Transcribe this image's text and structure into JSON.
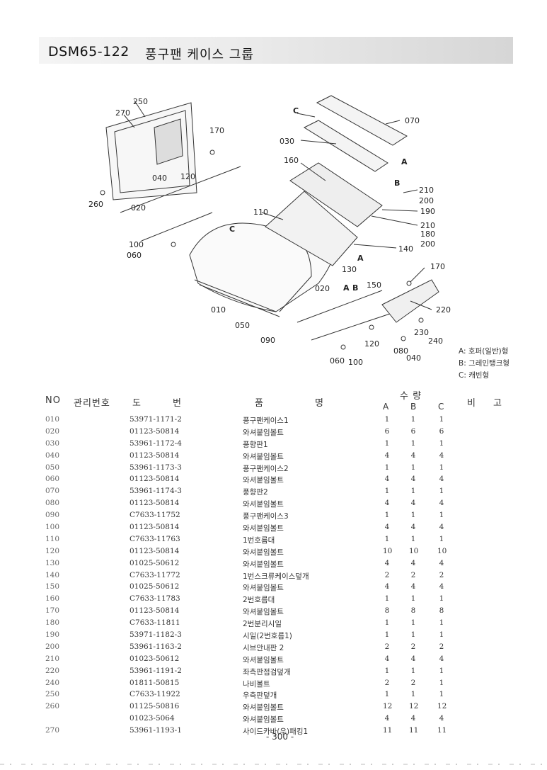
{
  "header": {
    "code": "DSM65-122",
    "title": "풍구팬 케이스 그룹"
  },
  "diagram_labels": {
    "l250": "250",
    "l270": "270",
    "l170a": "170",
    "lC1": "C",
    "l070": "070",
    "l030": "030",
    "l160": "160",
    "lA1": "A",
    "lB1": "B",
    "l210a": "210",
    "l200a": "200",
    "l190": "190",
    "l110": "110",
    "l040": "040",
    "l120a": "120",
    "l260": "260",
    "l020a": "020",
    "lC2": "C",
    "l210b": "210",
    "l180": "180",
    "l200b": "200",
    "l100a": "100",
    "l060a": "060",
    "l140": "140",
    "l130": "130",
    "lA2": "A",
    "l170b": "170",
    "lA3": "A",
    "lB2": "B",
    "l150": "150",
    "l020b": "020",
    "l010": "010",
    "l050": "050",
    "l220": "220",
    "l090": "090",
    "l230": "230",
    "l240": "240",
    "l120b": "120",
    "l080": "080",
    "l040b": "040",
    "l060b": "060",
    "l100b": "100"
  },
  "legend": {
    "a": "A: 호퍼(일반)형",
    "b": "B: 그레인탱크형",
    "c": "C: 캐빈형"
  },
  "table": {
    "headers": {
      "no": "NO",
      "mgmt": "관리번호",
      "drawing_1": "도",
      "drawing_2": "번",
      "name_1": "품",
      "name_2": "명",
      "qty": "수 량",
      "note_1": "비",
      "note_2": "고",
      "qa": "A",
      "qb": "B",
      "qc": "C"
    },
    "rows": [
      {
        "no": "010",
        "part": "53971-1171-2",
        "name": "풍구팬케이스1",
        "a": "1",
        "b": "1",
        "c": "1"
      },
      {
        "no": "020",
        "part": "01123-50814",
        "name": "와셔붙임볼트",
        "a": "6",
        "b": "6",
        "c": "6"
      },
      {
        "no": "030",
        "part": "53961-1172-4",
        "name": "풍향판1",
        "a": "1",
        "b": "1",
        "c": "1"
      },
      {
        "no": "040",
        "part": "01123-50814",
        "name": "와셔붙임볼트",
        "a": "4",
        "b": "4",
        "c": "4"
      },
      {
        "no": "050",
        "part": "53961-1173-3",
        "name": "풍구팬케이스2",
        "a": "1",
        "b": "1",
        "c": "1"
      },
      {
        "no": "060",
        "part": "01123-50814",
        "name": "와셔붙임볼트",
        "a": "4",
        "b": "4",
        "c": "4"
      },
      {
        "no": "070",
        "part": "53961-1174-3",
        "name": "풍향판2",
        "a": "1",
        "b": "1",
        "c": "1"
      },
      {
        "no": "080",
        "part": "01123-50814",
        "name": "와셔붙임볼트",
        "a": "4",
        "b": "4",
        "c": "4"
      },
      {
        "no": "090",
        "part": "C7633-11752",
        "name": "풍구팬케이스3",
        "a": "1",
        "b": "1",
        "c": "1"
      },
      {
        "no": "100",
        "part": "01123-50814",
        "name": "와셔붙임볼트",
        "a": "4",
        "b": "4",
        "c": "4"
      },
      {
        "no": "110",
        "part": "C7633-11763",
        "name": "1번호름대",
        "a": "1",
        "b": "1",
        "c": "1"
      },
      {
        "no": "120",
        "part": "01123-50814",
        "name": "와셔붙임볼트",
        "a": "10",
        "b": "10",
        "c": "10"
      },
      {
        "no": "130",
        "part": "01025-50612",
        "name": "와셔붙임볼트",
        "a": "4",
        "b": "4",
        "c": "4"
      },
      {
        "no": "140",
        "part": "C7633-11772",
        "name": "1번스크류케이스덮개",
        "a": "2",
        "b": "2",
        "c": "2"
      },
      {
        "no": "150",
        "part": "01025-50612",
        "name": "와셔붙임볼트",
        "a": "4",
        "b": "4",
        "c": "4"
      },
      {
        "no": "160",
        "part": "C7633-11783",
        "name": "2번호름대",
        "a": "1",
        "b": "1",
        "c": "1"
      },
      {
        "no": "170",
        "part": "01123-50814",
        "name": "와셔붙임볼트",
        "a": "8",
        "b": "8",
        "c": "8"
      },
      {
        "no": "180",
        "part": "C7633-11811",
        "name": "2번분리시일",
        "a": "1",
        "b": "1",
        "c": "1"
      },
      {
        "no": "190",
        "part": "53971-1182-3",
        "name": "시일(2번호름1)",
        "a": "1",
        "b": "1",
        "c": "1"
      },
      {
        "no": "200",
        "part": "53961-1163-2",
        "name": "시브안내판 2",
        "a": "2",
        "b": "2",
        "c": "2"
      },
      {
        "no": "210",
        "part": "01023-50612",
        "name": "와셔붙임볼트",
        "a": "4",
        "b": "4",
        "c": "4"
      },
      {
        "no": "220",
        "part": "53961-1191-2",
        "name": "좌측판점검덮개",
        "a": "1",
        "b": "1",
        "c": "1"
      },
      {
        "no": "240",
        "part": "01811-50815",
        "name": "나비볼트",
        "a": "2",
        "b": "2",
        "c": "1"
      },
      {
        "no": "250",
        "part": "C7633-11922",
        "name": "우측판덮개",
        "a": "1",
        "b": "1",
        "c": "1"
      },
      {
        "no": "260",
        "part": "01125-50816",
        "name": "와셔붙임볼트",
        "a": "12",
        "b": "12",
        "c": "12"
      },
      {
        "no": "",
        "part": "01023-5064",
        "name": "와셔붙임볼트",
        "a": "4",
        "b": "4",
        "c": "4"
      },
      {
        "no": "270",
        "part": "53961-1193-1",
        "name": "사이드카바(우)패킹1",
        "a": "11",
        "b": "11",
        "c": "11"
      }
    ]
  },
  "footer": {
    "page": "- 300 -"
  }
}
